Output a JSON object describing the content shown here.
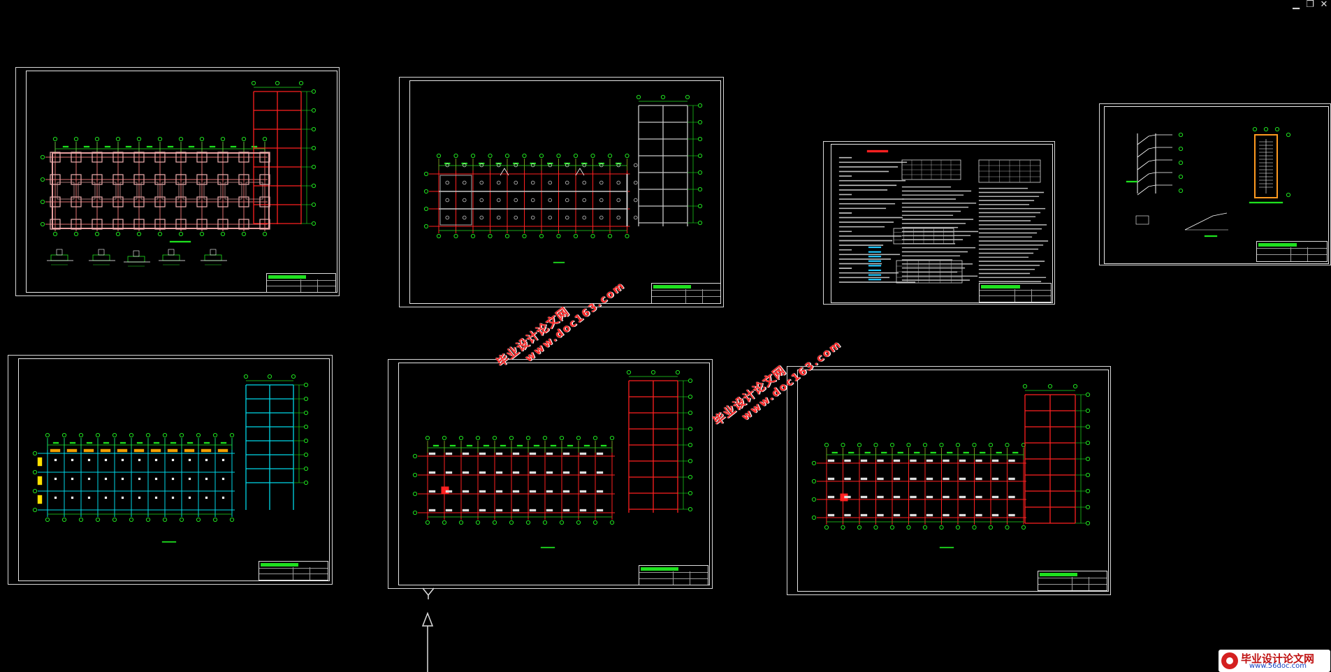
{
  "window": {
    "controls": [
      {
        "name": "minimize-icon",
        "glyph": "▁"
      },
      {
        "name": "restore-icon",
        "glyph": "❐"
      },
      {
        "name": "close-icon",
        "glyph": "✕"
      }
    ]
  },
  "watermarks": [
    {
      "title": "毕业设计论文网",
      "url": "www.doc163.com"
    },
    {
      "title": "毕业设计论文网",
      "url": "www.doc163.com"
    }
  ],
  "logo": {
    "title": "毕业设计论文网",
    "url": "www.56doc.com"
  },
  "colors": {
    "background": "#000000",
    "sheet_border": "#d8d8d8",
    "axis_green": "#1fe01f",
    "structure_red": "#ff2020",
    "beam_cyan": "#00d8e8",
    "watermark_red": "#ff2a2a"
  }
}
